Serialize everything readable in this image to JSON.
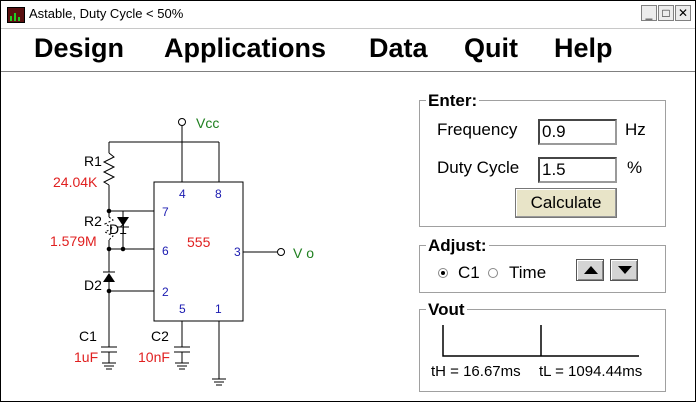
{
  "window": {
    "title": "Astable, Duty Cycle < 50%",
    "min_label": "_",
    "max_label": "□",
    "close_label": "✕"
  },
  "menu": {
    "design": "Design",
    "applications": "Applications",
    "data": "Data",
    "quit": "Quit",
    "help": "Help"
  },
  "schematic": {
    "vcc": "Vcc",
    "vo": "V o",
    "r1": "R1",
    "r1_value": "24.04K",
    "r2": "R2",
    "r2_value": "1.579M",
    "d1": "D1",
    "d2": "D2",
    "c1": "C1",
    "c1_value": "1uF",
    "c2": "C2",
    "c2_value": "10nF",
    "chip": "555",
    "pin4": "4",
    "pin8": "8",
    "pin7": "7",
    "pin6": "6",
    "pin3": "3",
    "pin2": "2",
    "pin5": "5",
    "pin1": "1",
    "colors": {
      "value_red": "#e02020",
      "label_green": "#208020",
      "pin_blue": "#1a1ab0"
    }
  },
  "enter": {
    "title": "Enter:",
    "frequency_label": "Frequency",
    "frequency_value": "0.9",
    "frequency_unit": "Hz",
    "duty_label": "Duty Cycle",
    "duty_value": "1.5",
    "duty_unit": "%",
    "calculate": "Calculate"
  },
  "adjust": {
    "title": "Adjust:",
    "option_c1": "C1",
    "option_time": "Time",
    "selected": "C1"
  },
  "vout": {
    "title": "Vout",
    "th": "tH = 16.67ms",
    "tl": "tL = 1094.44ms"
  }
}
